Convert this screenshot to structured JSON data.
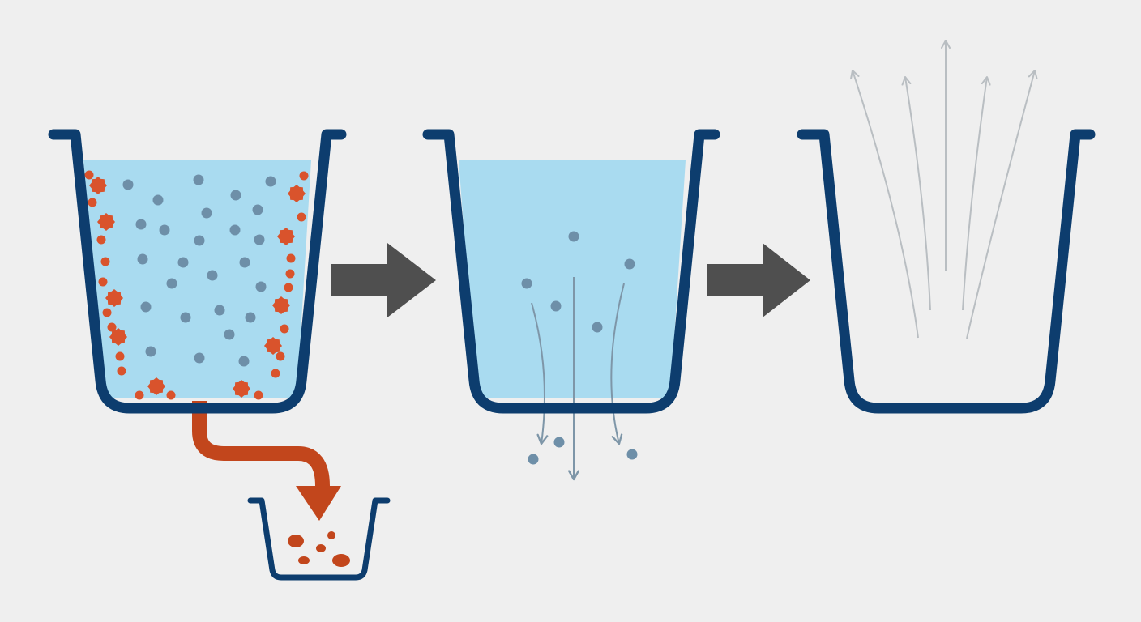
{
  "colors": {
    "background": "#efefef",
    "container_outline": "#0d3d6e",
    "water": "#a9dbf0",
    "particle_blue": "#6e8fa8",
    "sediment": "#d9532c",
    "drain_pipe": "#c2461c",
    "step_arrow": "#4f4f4f",
    "drain_flow_arrow": "#7e96a8",
    "vapor_arrow": "#b9bec2"
  },
  "stages": [
    {
      "name": "sediment-settling-stage",
      "contents": [
        "water",
        "dissolved-particles",
        "sediment"
      ],
      "outflow": "sediment-drain"
    },
    {
      "name": "draining-stage",
      "contents": [
        "water",
        "dissolved-particles"
      ],
      "outflow": "particles-draining"
    },
    {
      "name": "evaporation-stage",
      "contents": [],
      "outflow": "vapor-rising"
    }
  ],
  "icons": [
    "container-icon",
    "step-arrow-icon",
    "drain-pipe-icon",
    "sediment-collector-icon",
    "vapor-arrow-icon"
  ]
}
